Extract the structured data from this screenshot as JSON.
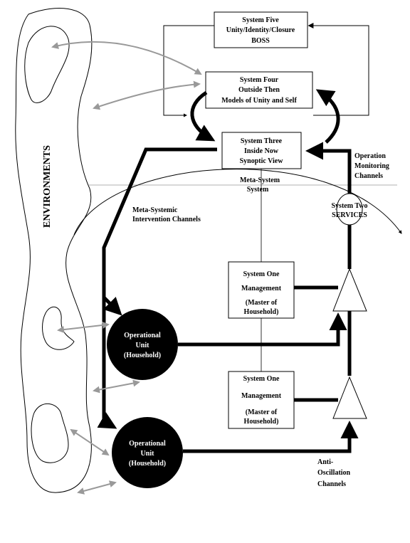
{
  "environments_label": "ENVIRONMENTS",
  "system5": {
    "line1": "System Five",
    "line2": "Unity/Identity/Closure",
    "line3": "BOSS"
  },
  "system4": {
    "line1": "System Four",
    "line2": "Outside Then",
    "line3": "Models of Unity and Self"
  },
  "system3": {
    "line1": "System Three",
    "line2": "Inside Now",
    "line3": "Synoptic View"
  },
  "meta_system": {
    "line1": "Meta-System",
    "line2": "System"
  },
  "system2": {
    "line1": "System Two",
    "line2": "SERVICES"
  },
  "operation_monitoring": {
    "line1": "Operation",
    "line2": "Monitoring",
    "line3": "Channels"
  },
  "meta_systemic": {
    "line1": "Meta-Systemic",
    "line2": "Intervention Channels"
  },
  "system1_top": {
    "line1": "System One",
    "line2": "Management",
    "line3": "(Master of",
    "line4": "Household)"
  },
  "system1_bottom": {
    "line1": "System One",
    "line2": "Management",
    "line3": "(Master of",
    "line4": "Household)"
  },
  "op_unit_1": {
    "line1": "Operational",
    "line2": "Unit",
    "line3": "(Household)"
  },
  "op_unit_2": {
    "line1": "Operational",
    "line2": "Unit",
    "line3": "(Household)"
  },
  "anti_oscillation": {
    "line1": "Anti-",
    "line2": "Oscillation",
    "line3": "Channels"
  }
}
